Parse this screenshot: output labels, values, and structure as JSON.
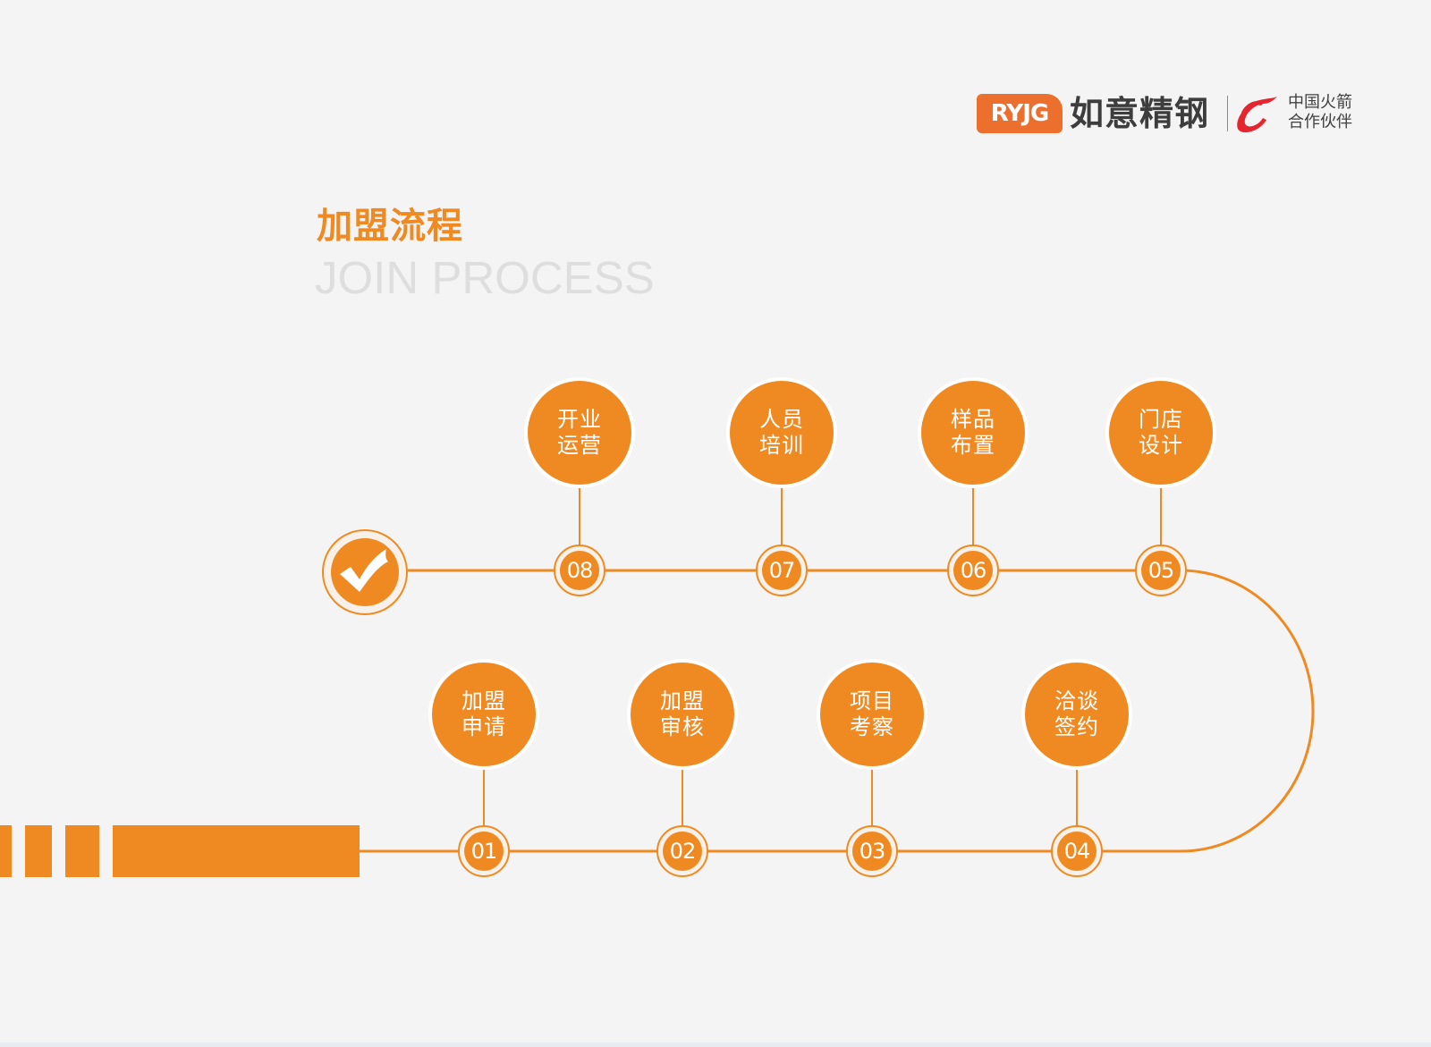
{
  "header": {
    "logo_badge": "RYJG",
    "brand_name": "如意精钢",
    "partner_line1": "中国火箭",
    "partner_line2": "合作伙伴"
  },
  "title": {
    "cn": "加盟流程",
    "en": "JOIN PROCESS"
  },
  "colors": {
    "accent": "#ef8a22",
    "background": "#f4f4f4",
    "title_en": "#dedede",
    "logo_badge": "#ec6f2e",
    "partner_red": "#e5262e"
  },
  "process": {
    "end_icon": "check-icon",
    "steps": [
      {
        "num": "01",
        "line1": "加盟",
        "line2": "申请"
      },
      {
        "num": "02",
        "line1": "加盟",
        "line2": "审核"
      },
      {
        "num": "03",
        "line1": "项目",
        "line2": "考察"
      },
      {
        "num": "04",
        "line1": "洽谈",
        "line2": "签约"
      },
      {
        "num": "05",
        "line1": "门店",
        "line2": "设计"
      },
      {
        "num": "06",
        "line1": "样品",
        "line2": "布置"
      },
      {
        "num": "07",
        "line1": "人员",
        "line2": "培训"
      },
      {
        "num": "08",
        "line1": "开业",
        "line2": "运营"
      }
    ]
  }
}
